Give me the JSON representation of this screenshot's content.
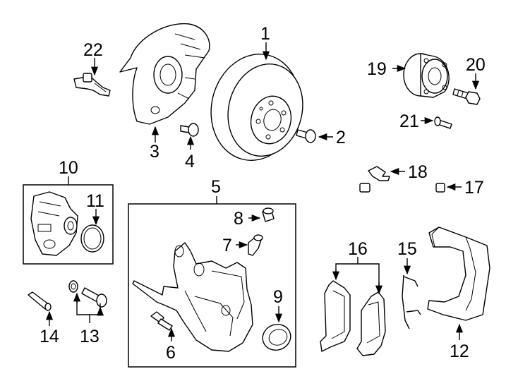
{
  "callouts": {
    "c1": "1",
    "c2": "2",
    "c3": "3",
    "c4": "4",
    "c5": "5",
    "c6": "6",
    "c7": "7",
    "c8": "8",
    "c9": "9",
    "c10": "10",
    "c11": "11",
    "c12": "12",
    "c13": "13",
    "c14": "14",
    "c15": "15",
    "c16": "16",
    "c17": "17",
    "c18": "18",
    "c19": "19",
    "c20": "20",
    "c21": "21",
    "c22": "22"
  },
  "colors": {
    "line": "#000000",
    "background": "#ffffff"
  },
  "icons": [
    "arrowhead"
  ]
}
